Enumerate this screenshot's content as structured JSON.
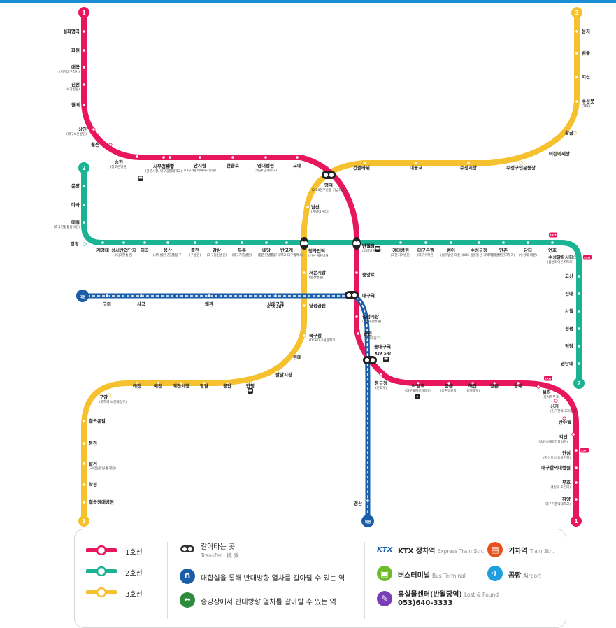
{
  "colors": {
    "line1": "#e8175d",
    "line2": "#1ab394",
    "line3": "#f6c12e",
    "daegyeong": "#1b5ea8",
    "header": "#1a8fd6",
    "exit_badge": "#e8175d"
  },
  "line1": {
    "badge": "1",
    "stations": [
      {
        "name": "설화명곡",
        "sub": ""
      },
      {
        "name": "화원",
        "sub": ""
      },
      {
        "name": "대곡",
        "sub": "(정부대구청사)"
      },
      {
        "name": "진천",
        "sub": "(보강병원)"
      },
      {
        "name": "월배",
        "sub": ""
      },
      {
        "name": "상인",
        "sub": "(대구보훈병원)"
      },
      {
        "name": "월촌",
        "sub": ""
      },
      {
        "name": "송현",
        "sub": "(청조은병원)"
      },
      {
        "name": "서부정류장",
        "sub": "(관문시장, 대구공업대학교)"
      },
      {
        "name": "대명",
        "sub": ""
      },
      {
        "name": "안지랑",
        "sub": "(대구가톨릭대학교병원)"
      },
      {
        "name": "현충로",
        "sub": ""
      },
      {
        "name": "영대병원",
        "sub": "(영남1공대학교)"
      },
      {
        "name": "교대",
        "sub": ""
      },
      {
        "name": "명덕",
        "sub": "(2·28민주운동 기념회관)"
      },
      {
        "name": "반월당",
        "sub": "(소마병원입구)"
      },
      {
        "name": "중앙로",
        "sub": ""
      },
      {
        "name": "대구역",
        "sub": ""
      },
      {
        "name": "칠성시장",
        "sub": "(MS재건병원)"
      },
      {
        "name": "신천",
        "sub": "(경북대입구)"
      },
      {
        "name": "동대구역",
        "sub": ""
      },
      {
        "name": "동구청",
        "sub": "(큰고개)"
      },
      {
        "name": "아양교",
        "sub": "(대구국제공항입구)"
      },
      {
        "name": "동촌",
        "sub": "(동촌유원지)"
      },
      {
        "name": "해안",
        "sub": "(경찰호텔)"
      },
      {
        "name": "방촌",
        "sub": ""
      },
      {
        "name": "용계",
        "sub": ""
      },
      {
        "name": "율하",
        "sub": "(동서피부과)"
      },
      {
        "name": "신기",
        "sub": "(신기한라내과의원)"
      },
      {
        "name": "반야월",
        "sub": ""
      },
      {
        "name": "각산",
        "sub": "(속앤성내과연합의원)"
      },
      {
        "name": "안심",
        "sub": "(혁신도시·동북지역)"
      },
      {
        "name": "대구한의대병원",
        "sub": ""
      },
      {
        "name": "부호",
        "sub": "(경일대·호산대)"
      },
      {
        "name": "하양",
        "sub": "(대구가톨릭대학교)"
      }
    ]
  },
  "line2": {
    "badge": "2",
    "stations": [
      {
        "name": "문양",
        "sub": ""
      },
      {
        "name": "다사",
        "sub": ""
      },
      {
        "name": "대실",
        "sub": "(죽곡현점통증의원)"
      },
      {
        "name": "강창",
        "sub": ""
      },
      {
        "name": "계명대",
        "sub": ""
      },
      {
        "name": "성서산업단지",
        "sub": "(CJ대한통운)"
      },
      {
        "name": "이곡",
        "sub": ""
      },
      {
        "name": "용산",
        "sub": "(서부법원·검찰청입구)"
      },
      {
        "name": "죽전",
        "sub": "(구병원)"
      },
      {
        "name": "감삼",
        "sub": "(대구동신병원)"
      },
      {
        "name": "두류",
        "sub": "(대구가톨병원)"
      },
      {
        "name": "내당",
        "sub": "(참존한병원)"
      },
      {
        "name": "반고개",
        "sub": "(대구대학교 대구캠퍼스)"
      },
      {
        "name": "청라언덕",
        "sub": "(신남·계명병원)"
      },
      {
        "name": "반월당",
        "sub": ""
      },
      {
        "name": "경대병원",
        "sub": "(대한치과병원)"
      },
      {
        "name": "대구은행",
        "sub": "(대구수목원)"
      },
      {
        "name": "범어",
        "sub": "(법무법인 대륜)"
      },
      {
        "name": "수성구청",
        "sub": "(KBS·동흥동신 국악학원)"
      },
      {
        "name": "만촌",
        "sub": "(디엘병원지부과)"
      },
      {
        "name": "담티",
        "sub": "(수성대 대륜)"
      },
      {
        "name": "연호",
        "sub": ""
      },
      {
        "name": "수성알파시티",
        "sub": "(삼성라이온즈파크)"
      },
      {
        "name": "고산",
        "sub": ""
      },
      {
        "name": "신매",
        "sub": ""
      },
      {
        "name": "사월",
        "sub": ""
      },
      {
        "name": "정평",
        "sub": ""
      },
      {
        "name": "임당",
        "sub": ""
      },
      {
        "name": "영남대",
        "sub": ""
      }
    ]
  },
  "line3": {
    "badge": "3",
    "stations": [
      {
        "name": "용지",
        "sub": ""
      },
      {
        "name": "범물",
        "sub": ""
      },
      {
        "name": "지산",
        "sub": ""
      },
      {
        "name": "수성못",
        "sub": "(TBC)"
      },
      {
        "name": "황금",
        "sub": ""
      },
      {
        "name": "어린이세상",
        "sub": ""
      },
      {
        "name": "수성구민운동장",
        "sub": ""
      },
      {
        "name": "수성시장",
        "sub": ""
      },
      {
        "name": "대봉교",
        "sub": ""
      },
      {
        "name": "건들바위",
        "sub": ""
      },
      {
        "name": "남산",
        "sub": "(계명네거리)"
      },
      {
        "name": "서문시장",
        "sub": "(동산병원)"
      },
      {
        "name": "달성공원",
        "sub": ""
      },
      {
        "name": "북구청",
        "sub": "(DGB대구은행파크)"
      },
      {
        "name": "원대",
        "sub": ""
      },
      {
        "name": "팔달시장",
        "sub": ""
      },
      {
        "name": "만평",
        "sub": ""
      },
      {
        "name": "공단",
        "sub": ""
      },
      {
        "name": "팔달",
        "sub": ""
      },
      {
        "name": "매천시장",
        "sub": ""
      },
      {
        "name": "매천",
        "sub": ""
      },
      {
        "name": "태전",
        "sub": ""
      },
      {
        "name": "구암",
        "sub": "(과학대·보건대입구)"
      },
      {
        "name": "칠곡운암",
        "sub": ""
      },
      {
        "name": "동천",
        "sub": ""
      },
      {
        "name": "팔거",
        "sub": "(국립농관원·통계청)"
      },
      {
        "name": "학정",
        "sub": ""
      },
      {
        "name": "칠곡경대병원",
        "sub": ""
      }
    ]
  },
  "daegyeong": {
    "badge": "대경",
    "stations": [
      {
        "name": "구미",
        "sub": ""
      },
      {
        "name": "사곡",
        "sub": ""
      },
      {
        "name": "왜관",
        "sub": ""
      },
      {
        "name": "서대구역",
        "sub": ""
      },
      {
        "name": "경산",
        "sub": ""
      }
    ]
  },
  "marks": {
    "ktx_srt": "KTX SRT",
    "exit": "EXIT"
  },
  "legend": {
    "line1": "1호선",
    "line2": "2호선",
    "line3": "3호선",
    "transfer": "갈아타는 곳",
    "transfer_en": "Transfer · 換 乘",
    "underpass": "대합실을 통해 반대방향 열차를 갈아탈 수 있는 역",
    "platform": "승강장에서 반대방향 열차를 갈아탈 수 있는 역",
    "ktx": "KTX 정차역",
    "ktx_en": "Express Train Stn.",
    "bus": "버스터미널",
    "bus_en": "Bus Terminal",
    "lost": "유실물센터(반월당역)",
    "lost_phone": "053)640-3333",
    "lost_en": "Lost & Found",
    "train": "기차역",
    "train_en": "Train Stn.",
    "airport": "공항",
    "airport_en": "Airport"
  }
}
